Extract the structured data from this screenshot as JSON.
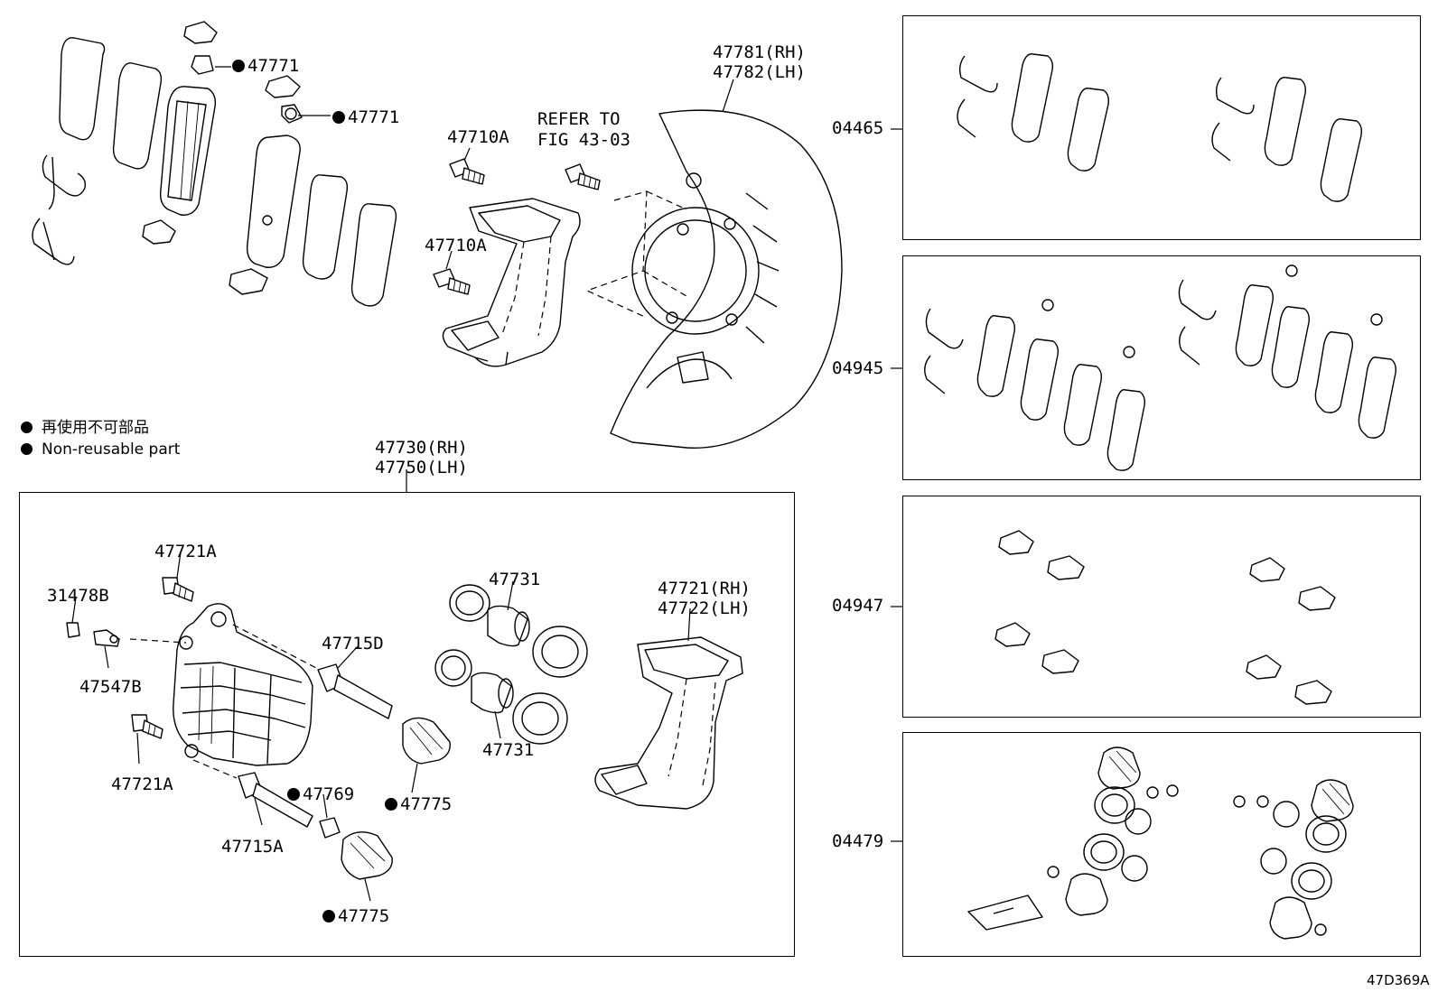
{
  "legend": {
    "japanese": "再使用不可部品",
    "english": "Non-reusable part"
  },
  "figure_id": "47D369A",
  "refer_note": [
    "REFER TO",
    "FIG 43-03"
  ],
  "parts": {
    "p47771a": "47771",
    "p47771b": "47771",
    "p47710a_1": "47710A",
    "p47710a_2": "47710A",
    "p47781": "47781(RH)",
    "p47782": "47782(LH)",
    "p47730": "47730(RH)",
    "p47750": "47750(LH)",
    "p47721a_top": "47721A",
    "p31478b": "31478B",
    "p47547b": "47547B",
    "p47721a_bot": "47721A",
    "p47715d": "47715D",
    "p47715a": "47715A",
    "p47769": "47769",
    "p47775a": "47775",
    "p47775b": "47775",
    "p47731a": "47731",
    "p47731b": "47731",
    "p47721": "47721(RH)",
    "p47722": "47722(LH)"
  },
  "kits": [
    {
      "code": "04465"
    },
    {
      "code": "04945"
    },
    {
      "code": "04947"
    },
    {
      "code": "04479"
    }
  ]
}
